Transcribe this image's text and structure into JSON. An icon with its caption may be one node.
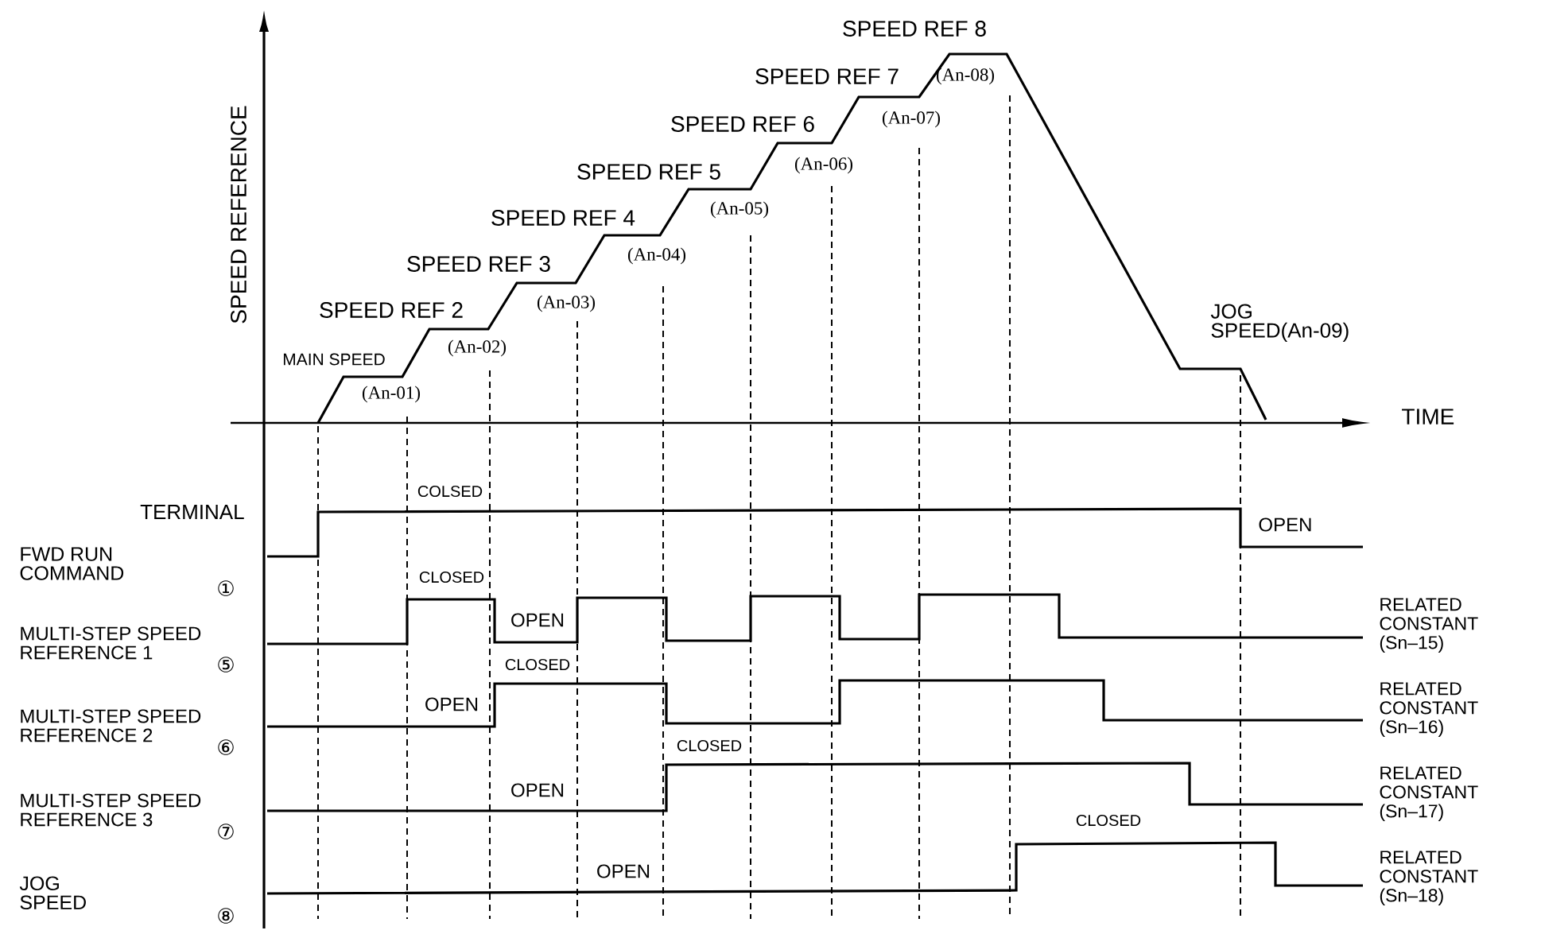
{
  "diagram": {
    "labels": [
      "SPEED REFERENCE",
      "SPEED REF 8",
      "SPEED REF 7",
      "(An-08)",
      "SPEED REF 6",
      "(An-07)",
      "SPEED REF 5",
      "(An-06)",
      "SPEED REF 4",
      "(An-05)",
      "SPEED REF 3",
      "(An-04)",
      "SPEED REF 2",
      "(An-03)",
      "MAIN SPEED",
      "(An-02)",
      "(An-01)",
      "JOG SPEED(An-09)",
      "TIME",
      "COLSED",
      "TERMINAL",
      "OPEN",
      "FWD RUN COMMAND",
      "①",
      "CLOSED",
      "OPEN",
      "MULTI-STEP SPEED REFERENCE 1",
      "⑤",
      "RELATED CONSTANT (Sn–15)",
      "CLOSED",
      "OPEN",
      "MULTI-STEP SPEED REFERENCE 2",
      "⑥",
      "RELATED CONSTANT (Sn–16)",
      "CLOSED",
      "OPEN",
      "MULTI-STEP SPEED REFERENCE 3",
      "⑦",
      "RELATED CONSTANT (Sn–17)",
      "CLOSED",
      "OPEN",
      "JOG SPEED",
      "⑧",
      "RELATED CONSTANT (Sn–18)"
    ]
  }
}
